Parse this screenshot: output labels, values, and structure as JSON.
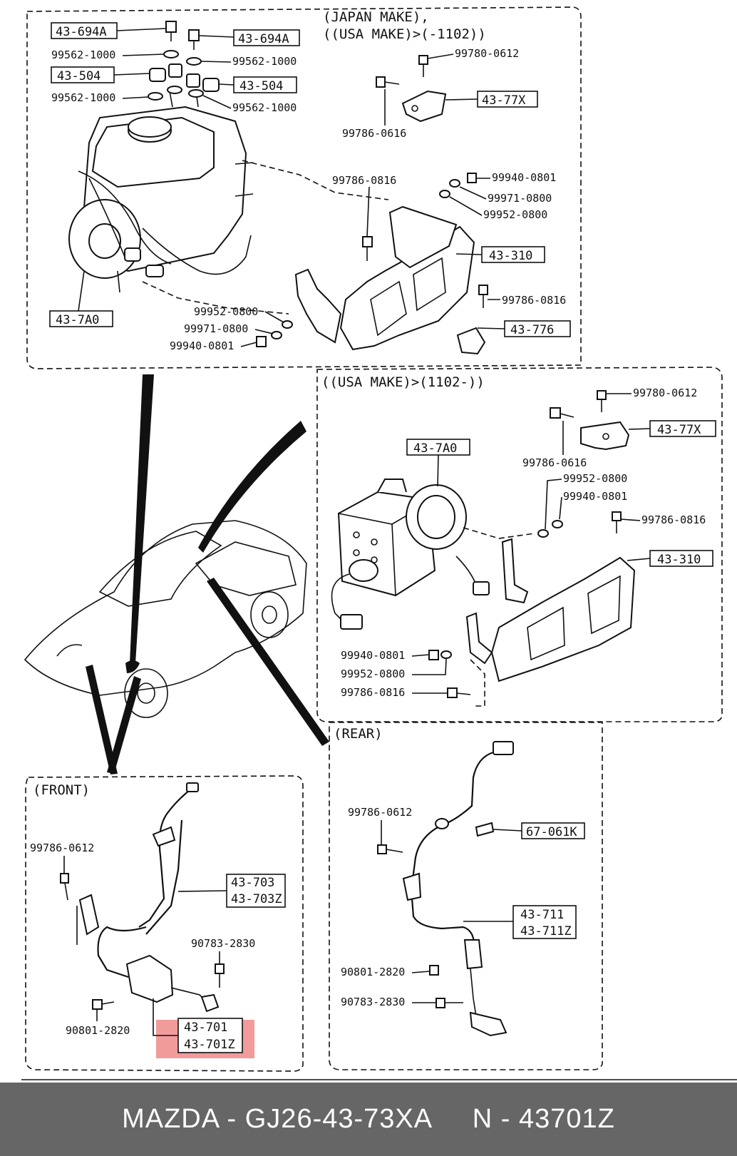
{
  "sections": {
    "top": {
      "header1": "(JAPAN MAKE),",
      "header2": "((USA MAKE)>(-1102))"
    },
    "middle": {
      "header": "((USA MAKE)>(1102-))"
    },
    "front": {
      "header": "(FRONT)"
    },
    "rear": {
      "header": "(REAR)"
    }
  },
  "callouts": {
    "top": {
      "c43694A_l": "43-694A",
      "c43694A_r": "43-694A",
      "c43504_l": "43-504",
      "c43504_r": "43-504",
      "c99562_1000_a": "99562-1000",
      "c99562_1000_b": "99562-1000",
      "c99562_1000_c": "99562-1000",
      "c99562_1000_d": "99562-1000",
      "c99780_0612": "99780-0612",
      "c43_77X": "43-77X",
      "c99786_0616": "99786-0616",
      "c99786_0816_a": "99786-0816",
      "c99940_0801_a": "99940-0801",
      "c99971_0800_a": "99971-0800",
      "c99952_0800_a": "99952-0800",
      "c43_310": "43-310",
      "c99786_0816_b": "99786-0816",
      "c43_776": "43-776",
      "c43_7A0": "43-7A0",
      "c99952_0800_b": "99952-0800",
      "c99971_0800_b": "99971-0800",
      "c99940_0801_b": "99940-0801"
    },
    "middle": {
      "c99780_0612": "99780-0612",
      "c43_77X": "43-77X",
      "c99786_0616": "99786-0616",
      "c43_7A0": "43-7A0",
      "c99952_0800_a": "99952-0800",
      "c99940_0801_a": "99940-0801",
      "c99786_0816_a": "99786-0816",
      "c43_310": "43-310",
      "c99940_0801_b": "99940-0801",
      "c99952_0800_b": "99952-0800",
      "c99786_0816_b": "99786-0816"
    },
    "front": {
      "c99786_0612": "99786-0612",
      "c43_703": "43-703",
      "c43_703Z": "43-703Z",
      "c90783_2830": "90783-2830",
      "c90801_2820": "90801-2820",
      "c43_701": "43-701",
      "c43_701Z": "43-701Z"
    },
    "rear": {
      "c99786_0612": "99786-0612",
      "c67_061K": "67-061K",
      "c43_711": "43-711",
      "c43_711Z": "43-711Z",
      "c90801_2820": "90801-2820",
      "c90783_2830": "90783-2830"
    }
  },
  "highlight": {
    "color": "#f08a8a",
    "target": "43-701 / 43-701Z"
  },
  "footer": {
    "text": "MAZDA - GJ26-43-73XA     N - 43701Z",
    "background": "#666666",
    "color": "#ffffff"
  }
}
